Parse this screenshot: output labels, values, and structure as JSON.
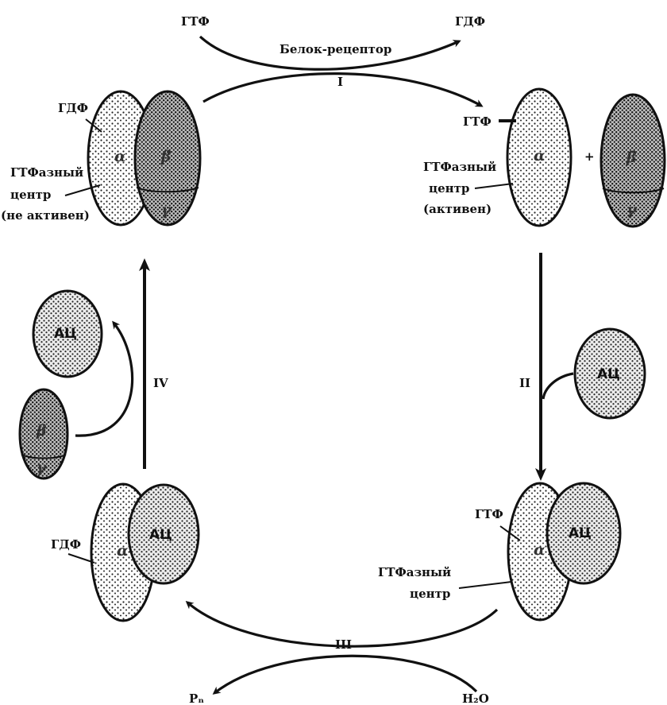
{
  "top_reaction": {
    "left_input": "ГТФ",
    "right_output": "ГДФ",
    "receptor": "Белок-рецептор",
    "step": "I"
  },
  "complex_inactive": {
    "gdp": "ГДФ",
    "alpha": "α",
    "beta": "β",
    "gamma": "γ",
    "gtpase_line1": "ГТФазный",
    "gtpase_line2": "центр",
    "gtpase_line3": "(не активен)"
  },
  "complex_active": {
    "gtp": "ГТФ",
    "alpha": "α",
    "plus": "+",
    "beta": "β",
    "gamma": "γ",
    "gtpase_line1": "ГТФазный",
    "gtpase_line2": "центр",
    "gtpase_line3": "(активен)"
  },
  "step_two": {
    "step": "II",
    "ac": "АЦ"
  },
  "complex_alpha_ac_active": {
    "gtp": "ГТФ",
    "alpha": "α",
    "ac": "АЦ",
    "gtpase_line1": "ГТФазный",
    "gtpase_line2": "центр"
  },
  "bottom_reaction": {
    "step": "III",
    "left_output": "Pₙ",
    "right_input": "H₂O"
  },
  "complex_alpha_ac_gdp": {
    "gdp": "ГДФ",
    "alpha": "α",
    "ac": "АЦ"
  },
  "step_four": {
    "step": "IV",
    "ac": "АЦ",
    "beta": "β",
    "gamma": "γ"
  }
}
